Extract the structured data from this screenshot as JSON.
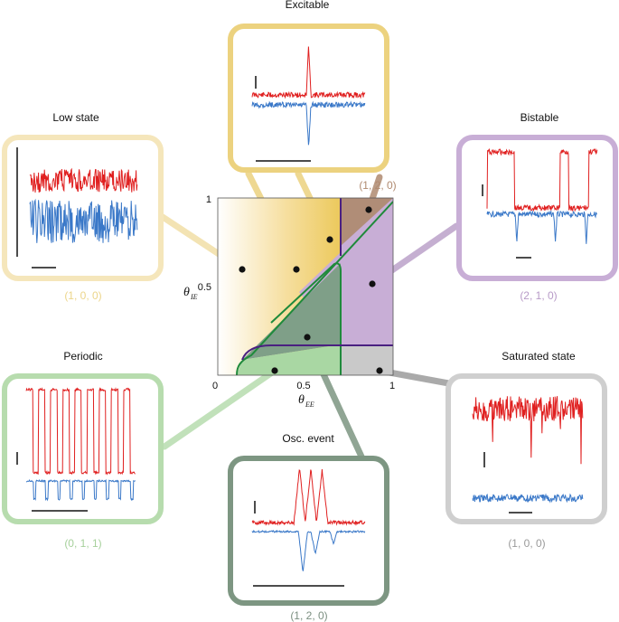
{
  "phase_diagram": {
    "x_label": "θ",
    "x_label_sub": "EE",
    "y_label": "θ",
    "y_label_sub": "IE",
    "x_ticks": [
      "0",
      "0.5",
      "1"
    ],
    "y_ticks": [
      "0.5",
      "1"
    ],
    "colors": {
      "low_state": "#f7e7b4",
      "excitable": "#eccd6a",
      "bistable": "#c8aed6",
      "bistable_excitable": "#b08d77",
      "periodic": "#a9d7a3",
      "osc_event": "#7f9f88",
      "saturated": "#c9c9c9",
      "boundary_green": "#1f8a3b",
      "boundary_purple": "#4a2080"
    }
  },
  "panels": {
    "low_state": {
      "title": "Low state",
      "count": "(1, 0, 0)",
      "frame_color": "#f5e6bb",
      "count_color": "#ecd58a"
    },
    "excitable": {
      "title": "Excitable",
      "count": "(1, 2, 0)",
      "frame_color": "#ecd27f",
      "count_color": "#b08a70"
    },
    "bistable": {
      "title": "Bistable",
      "count": "(2, 1, 0)",
      "frame_color": "#c8aed6",
      "count_color": "#b79ac7"
    },
    "periodic": {
      "title": "Periodic",
      "count": "(0, 1, 1)",
      "frame_color": "#b7dcae",
      "count_color": "#a6d09b"
    },
    "osc_event": {
      "title": "Osc. event",
      "count": "(1, 2, 0)",
      "frame_color": "#7d9682",
      "count_color": "#7b8f80"
    },
    "saturated": {
      "title": "Saturated state",
      "count": "(1, 0, 0)",
      "frame_color": "#cfcfcf",
      "count_color": "#9a9a9a"
    }
  },
  "trace_colors": {
    "excitatory": "#e02020",
    "inhibitory": "#3a78c8"
  }
}
